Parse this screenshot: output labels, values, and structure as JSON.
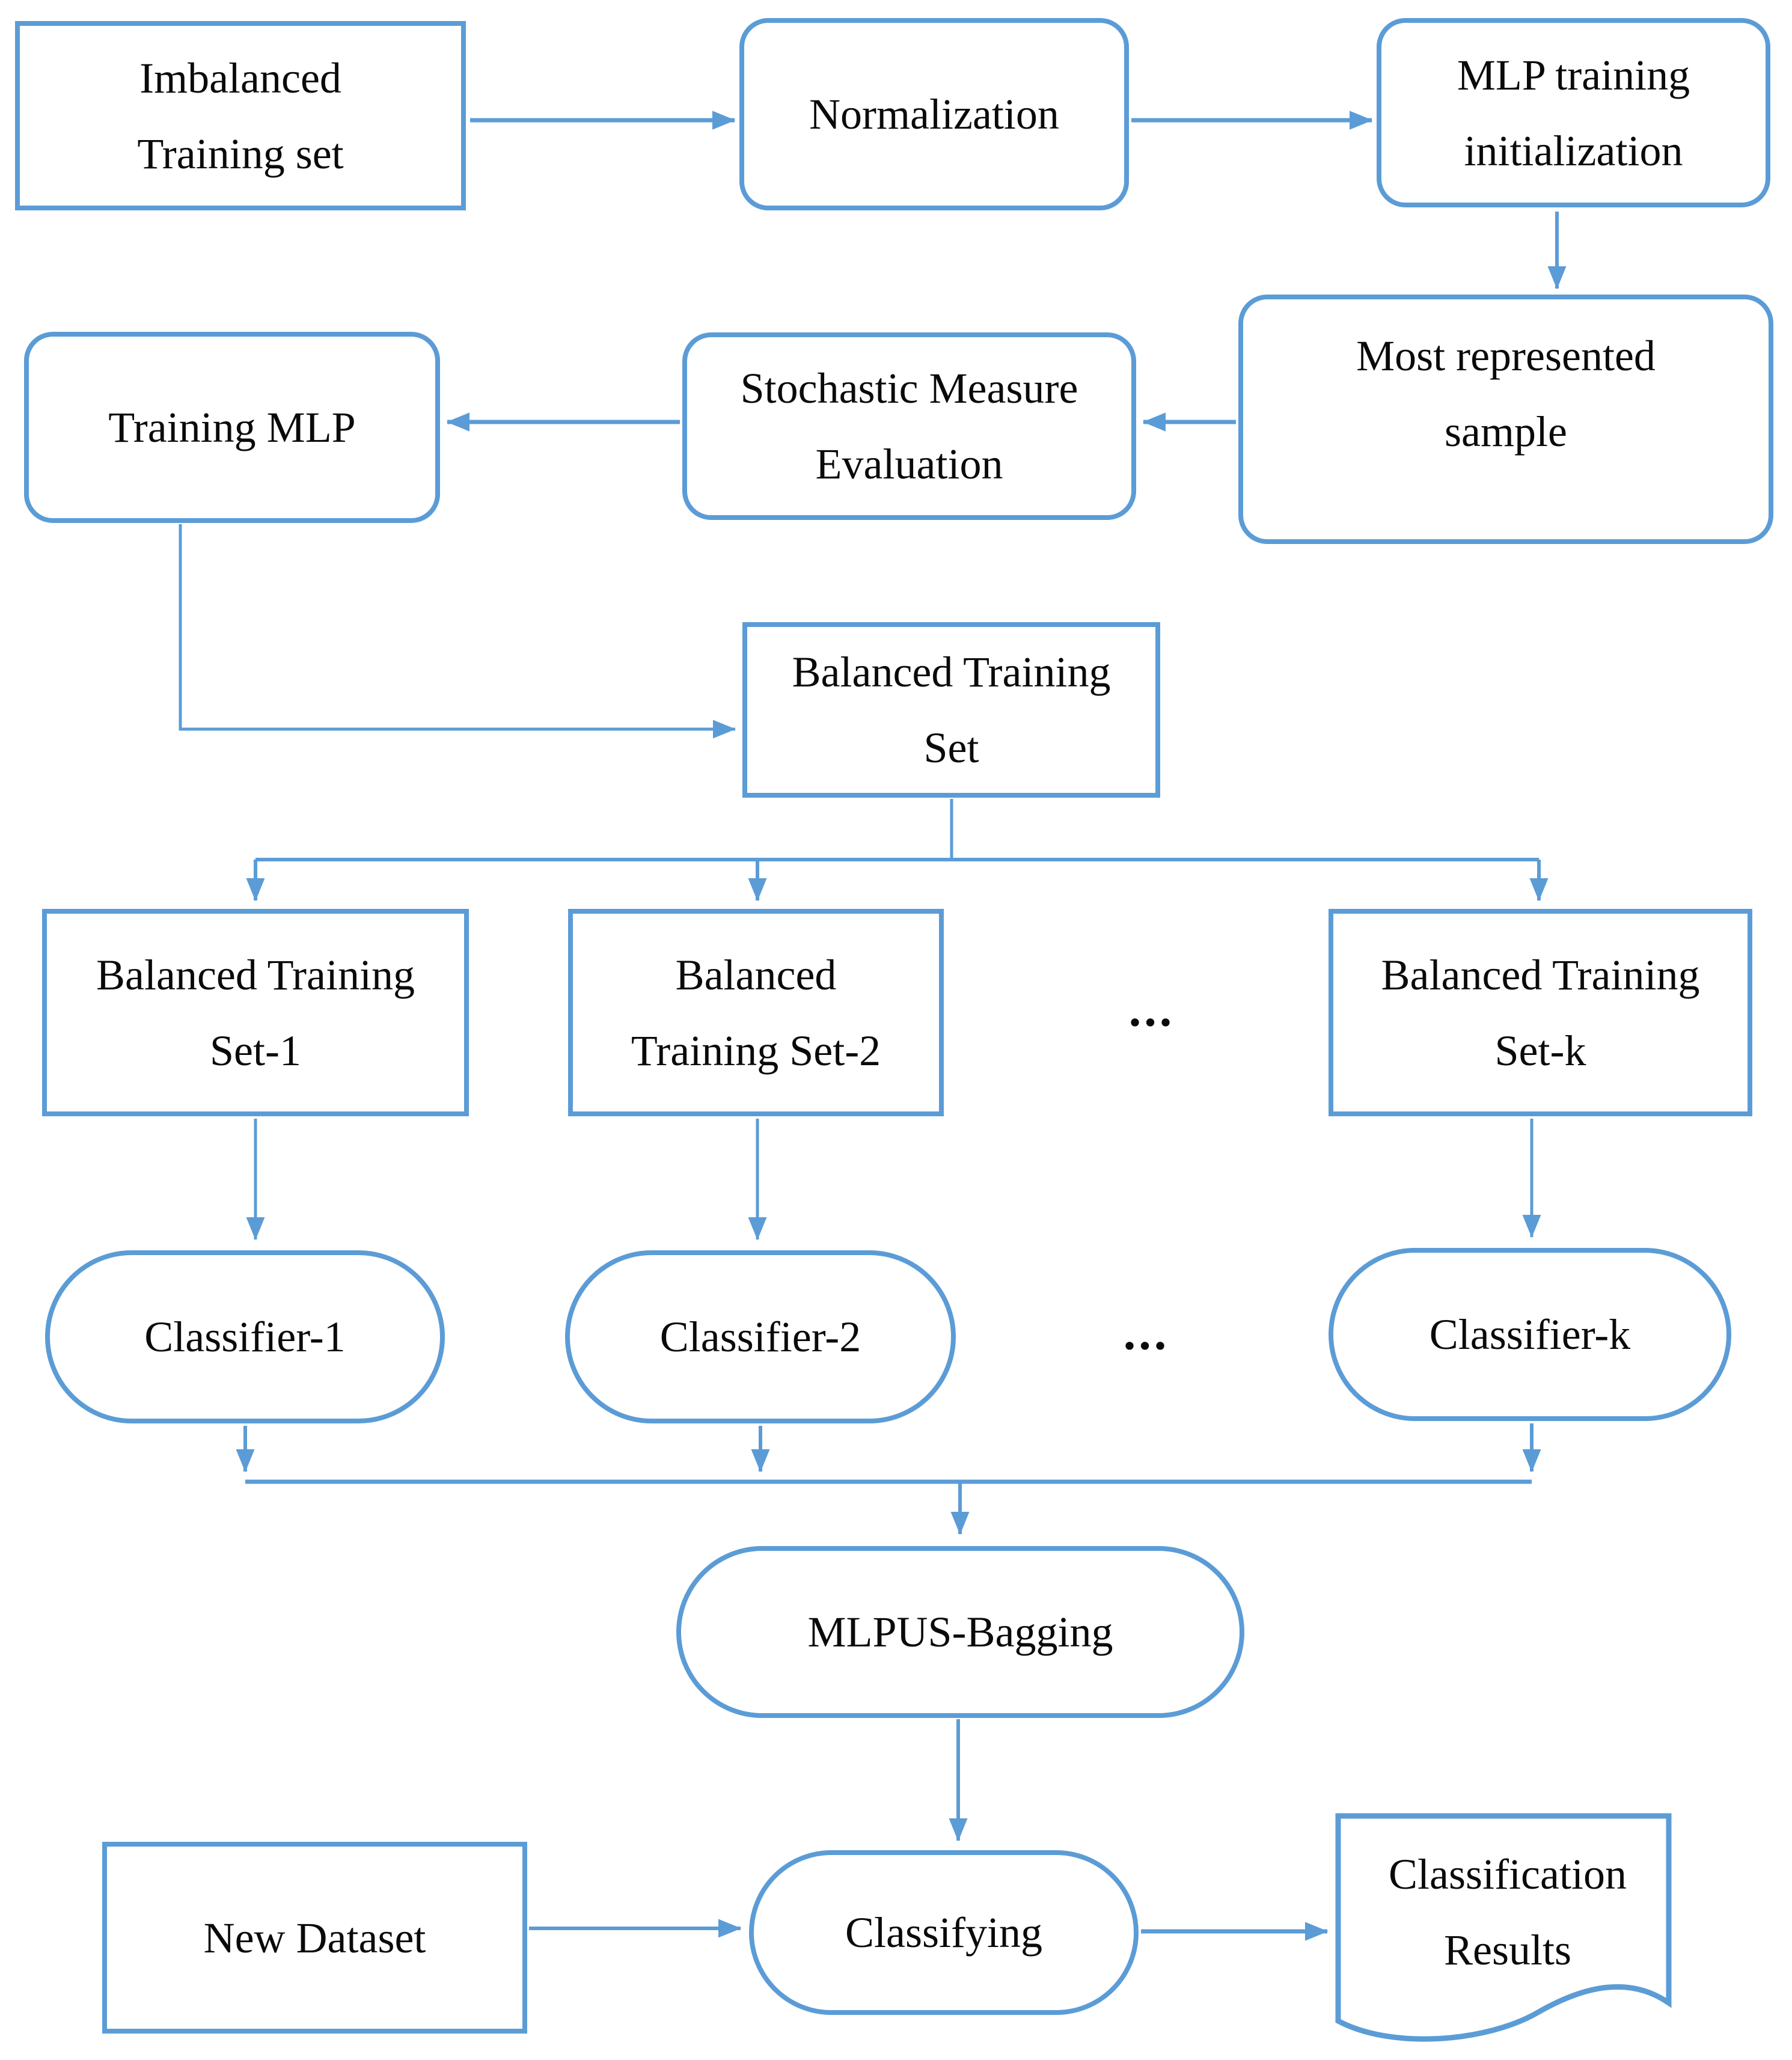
{
  "diagram": {
    "kind": "flowchart",
    "colors": {
      "stroke": "#5b9cd6",
      "text": "#0a0a0a",
      "background": "#ffffff"
    },
    "nodes": {
      "imbalanced": {
        "shape": "rectangle",
        "lines": [
          "Imbalanced",
          "Training set"
        ]
      },
      "normalization": {
        "shape": "rounded",
        "lines": [
          "Normalization"
        ]
      },
      "mlp_init": {
        "shape": "rounded",
        "lines": [
          "MLP training",
          "initialization"
        ]
      },
      "most_represented": {
        "shape": "rounded",
        "lines": [
          "Most represented",
          "sample"
        ]
      },
      "stochastic": {
        "shape": "rounded",
        "lines": [
          "Stochastic Measure",
          "Evaluation"
        ]
      },
      "training_mlp": {
        "shape": "rounded",
        "lines": [
          "Training MLP"
        ]
      },
      "balanced_set": {
        "shape": "rectangle",
        "lines": [
          "Balanced Training",
          "Set"
        ]
      },
      "set1": {
        "shape": "rectangle",
        "lines": [
          "Balanced Training",
          "Set-1"
        ]
      },
      "set2": {
        "shape": "rectangle",
        "lines": [
          "Balanced",
          "Training Set-2"
        ]
      },
      "dots_sets": {
        "shape": "text",
        "lines": [
          "..."
        ]
      },
      "setk": {
        "shape": "rectangle",
        "lines": [
          "Balanced Training",
          "Set-k"
        ]
      },
      "classifier1": {
        "shape": "stadium",
        "lines": [
          "Classifier-1"
        ]
      },
      "classifier2": {
        "shape": "stadium",
        "lines": [
          "Classifier-2"
        ]
      },
      "dots_classifiers": {
        "shape": "text",
        "lines": [
          "..."
        ]
      },
      "classifierk": {
        "shape": "stadium",
        "lines": [
          "Classifier-k"
        ]
      },
      "mlpus_bagging": {
        "shape": "stadium",
        "lines": [
          "MLPUS-Bagging"
        ]
      },
      "new_dataset": {
        "shape": "rectangle",
        "lines": [
          "New Dataset"
        ]
      },
      "classifying": {
        "shape": "stadium",
        "lines": [
          "Classifying"
        ]
      },
      "results": {
        "shape": "document",
        "lines": [
          "Classification",
          "Results"
        ]
      }
    }
  }
}
